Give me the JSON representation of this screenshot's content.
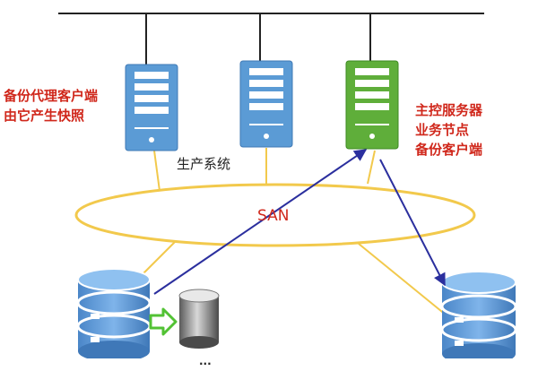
{
  "labels": {
    "backup_proxy": [
      "备份代理客户端",
      "由它产生快照"
    ],
    "master_server": [
      "主控服务器",
      "业务节点",
      "备份客户端"
    ],
    "production_system": "生产系统",
    "san": "SAN",
    "bottom_partial": "..."
  },
  "colors": {
    "server_blue": "#5b9bd5",
    "server_green": "#5fae3a",
    "link_yellow": "#f2c94c",
    "flow_arrow": "#2b2f9e",
    "label_red": "#d0281c",
    "snapshot_arrow": "#52c234"
  },
  "icons": {
    "servers": [
      "server-icon",
      "server-icon",
      "master-server-icon"
    ],
    "storage": [
      "storage-left-icon",
      "storage-right-icon"
    ],
    "tape": "tape-icon"
  }
}
